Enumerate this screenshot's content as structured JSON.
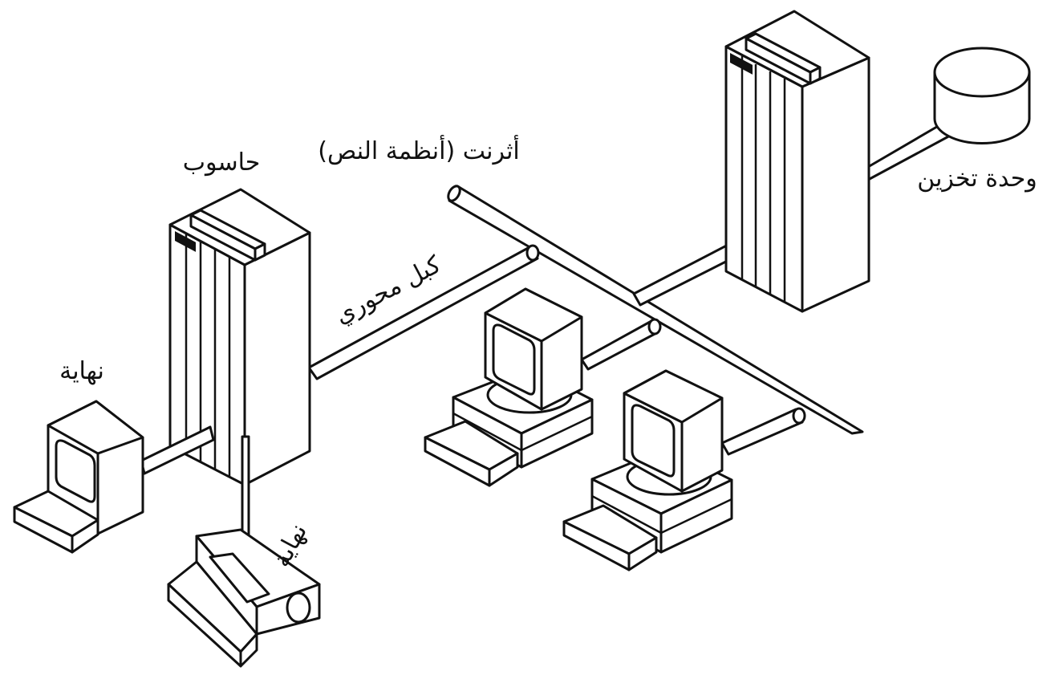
{
  "labels": {
    "computer": "حاسوب",
    "ethernet": "أثرنت (أنظمة النص)",
    "storage": "وحدة تخزين",
    "coax": "كبل محوري",
    "terminal_left": "نهاية",
    "terminal_bottom": "نهاية"
  }
}
